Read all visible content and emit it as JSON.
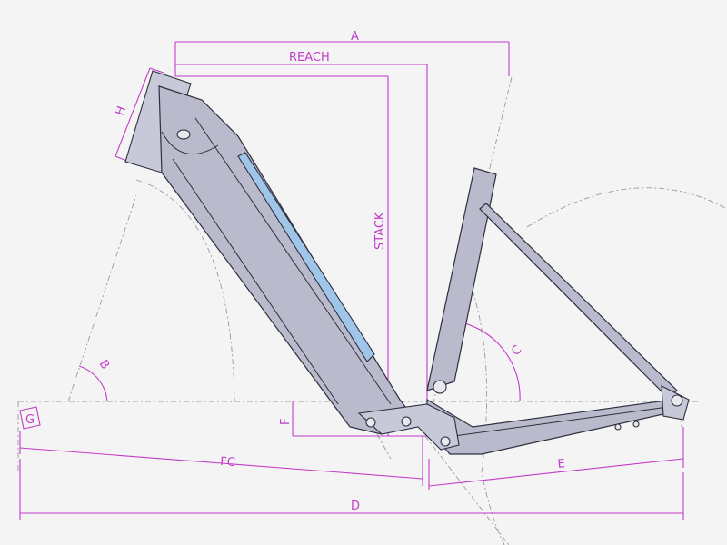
{
  "labels": {
    "a": "A",
    "reach": "REACH",
    "stack": "STACK",
    "h": "H",
    "b": "B",
    "c": "C",
    "g": "G",
    "f": "F",
    "fc": "FC",
    "e": "E",
    "d": "D"
  },
  "colors": {
    "dimension": "#c33cc8",
    "reference": "#9a9a9a",
    "frame_fill": "#b9bbcd",
    "frame_outline": "#2e2e3e",
    "battery_window": "#9fc6e9",
    "background": "#f4f4f4"
  }
}
